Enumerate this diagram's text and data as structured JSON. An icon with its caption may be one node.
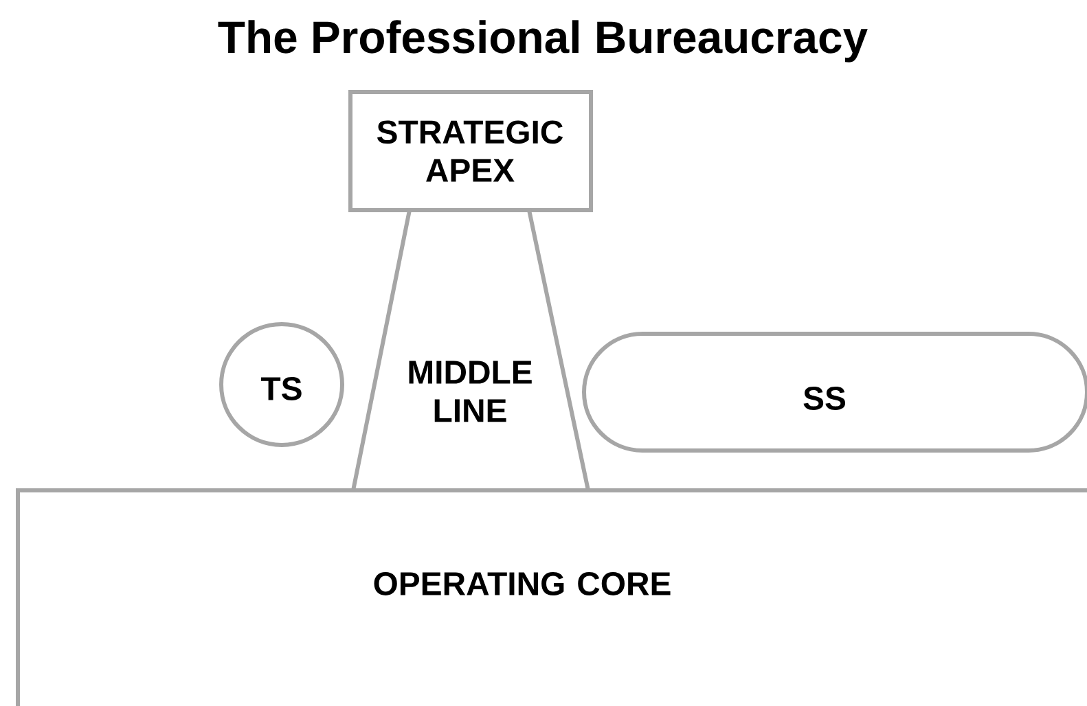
{
  "diagram": {
    "title": "The Professional Bureaucracy",
    "nodes": [
      {
        "text": [
          "STRATEGIC APEX"
        ]
      },
      {
        "text": [
          "TS"
        ]
      },
      {
        "text": [
          "MIDDLE LINE"
        ]
      },
      {
        "text": [
          "SS"
        ]
      },
      {
        "text": [
          "OPERATING CORE"
        ]
      }
    ]
  }
}
